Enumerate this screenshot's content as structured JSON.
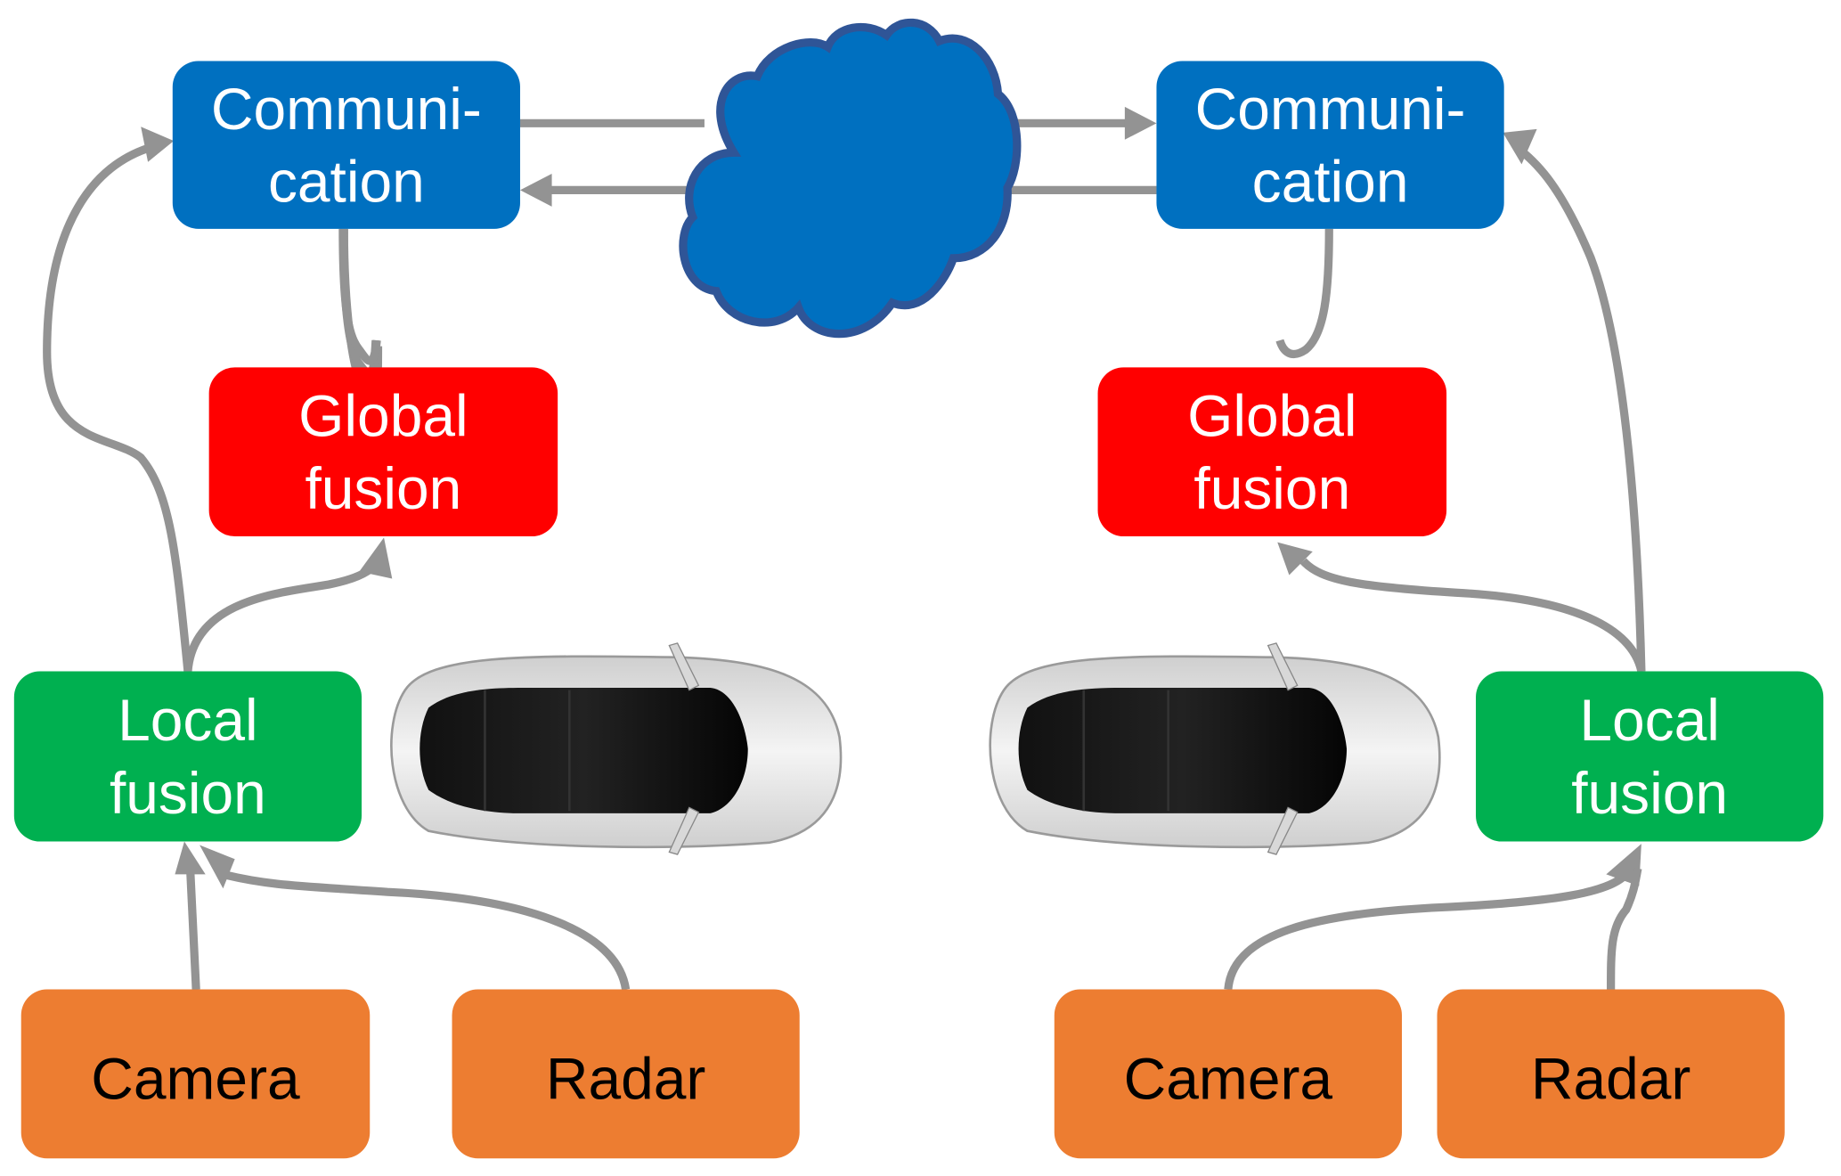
{
  "colors": {
    "communication": "#0070C0",
    "global_fusion": "#FF0000",
    "local_fusion": "#00B050",
    "sensor": "#ED7D31",
    "cloud_fill": "#0070C0",
    "cloud_stroke": "#2F5597",
    "arrow": "#939393",
    "text_light": "#FFFFFF",
    "text_dark": "#000000"
  },
  "left_vehicle": {
    "communication": {
      "lines": [
        "Communi-",
        "cation"
      ]
    },
    "global_fusion": {
      "lines": [
        "Global",
        "fusion"
      ]
    },
    "local_fusion": {
      "lines": [
        "Local",
        "fusion"
      ]
    },
    "camera": {
      "lines": [
        "Camera"
      ]
    },
    "radar": {
      "lines": [
        "Radar"
      ]
    },
    "car": {
      "icon": "car-top-view-icon",
      "facing": "right"
    }
  },
  "right_vehicle": {
    "communication": {
      "lines": [
        "Communi-",
        "cation"
      ]
    },
    "global_fusion": {
      "lines": [
        "Global",
        "fusion"
      ]
    },
    "local_fusion": {
      "lines": [
        "Local",
        "fusion"
      ]
    },
    "camera": {
      "lines": [
        "Camera"
      ]
    },
    "radar": {
      "lines": [
        "Radar"
      ]
    },
    "car": {
      "icon": "car-top-view-icon",
      "facing": "right"
    }
  },
  "cloud": {
    "icon": "cloud-icon",
    "label": ""
  },
  "edges": [
    {
      "from": "left.camera",
      "to": "left.local_fusion"
    },
    {
      "from": "left.radar",
      "to": "left.local_fusion"
    },
    {
      "from": "left.local_fusion",
      "to": "left.global_fusion"
    },
    {
      "from": "left.local_fusion",
      "to": "left.communication"
    },
    {
      "from": "left.communication",
      "to": "left.global_fusion"
    },
    {
      "from": "left.communication",
      "to": "right.communication",
      "via": "cloud"
    },
    {
      "from": "right.communication",
      "to": "left.communication",
      "via": "cloud"
    },
    {
      "from": "right.camera",
      "to": "right.local_fusion"
    },
    {
      "from": "right.radar",
      "to": "right.local_fusion"
    },
    {
      "from": "right.local_fusion",
      "to": "right.global_fusion"
    },
    {
      "from": "right.local_fusion",
      "to": "right.communication"
    },
    {
      "from": "right.communication",
      "to": "right.global_fusion"
    }
  ]
}
